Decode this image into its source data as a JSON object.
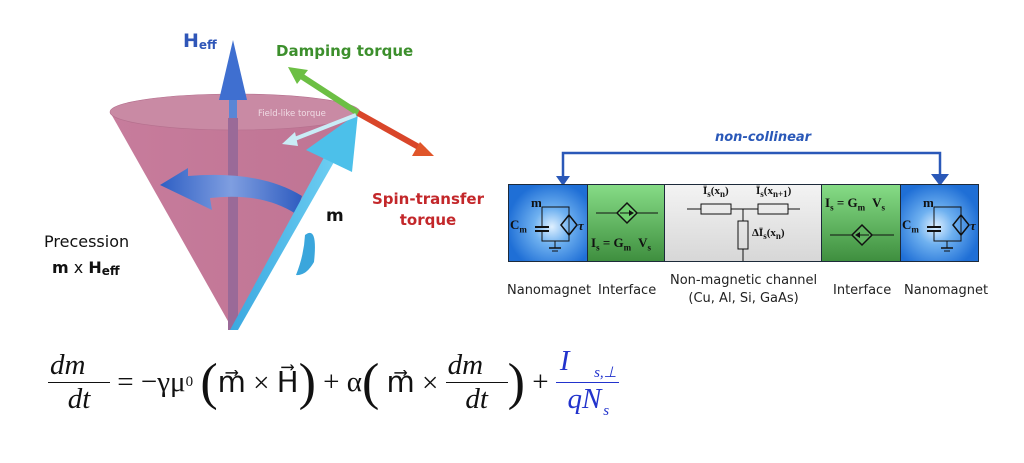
{
  "left_figure": {
    "heff_label": "H",
    "heff_sub": "eff",
    "damping_label": "Damping torque",
    "field_like_label": "Field-like torque",
    "spin_transfer_line1": "Spin-transfer",
    "spin_transfer_line2": "torque",
    "m_label": "m",
    "precession_line1": "Precession",
    "precession_m": "m",
    "precession_x": " x ",
    "precession_h": "H",
    "precession_sub": "eff",
    "colors": {
      "cone": "#c27a98",
      "heff_arrow": "#3f6fd0",
      "damping": "#6cbf44",
      "spin_transfer": "#d9462a",
      "m_arrow": "#3ab4e6",
      "field_like": "#c9ecf6"
    }
  },
  "equation": {
    "lhs_num": "dm⃗",
    "lhs_den": "dt",
    "eq": "=",
    "term1": "−γμ",
    "term1_sub": "0",
    "term1_inner": "m⃗ × H⃗",
    "plus1": "+",
    "alpha": "α",
    "term2_m": "m⃗ ×",
    "term2_num": "dm⃗",
    "term2_den": "dt",
    "plus2": "+",
    "term3_num": "I⃗",
    "term3_num_sub": "s,⊥",
    "term3_den": "qN",
    "term3_den_sub": "s"
  },
  "right_figure": {
    "non_collinear_label": "non-collinear",
    "blocks": [
      {
        "name": "nanomagnet-left",
        "cap_label": "C",
        "cap_sub": "m",
        "m_label": "m⃗",
        "tau_label": "τ⃗"
      },
      {
        "name": "interface-left",
        "eq": "I",
        "eq_sub": "s",
        "eq_mid": " = G",
        "eq_mid_sub": "m⃗",
        "eq_end": "V",
        "eq_end_sub": "s"
      },
      {
        "name": "channel",
        "r1": "Ī",
        "r1_sub": "s",
        "r1_arg": "(x",
        "r1_arg_sub": "n",
        "r1_close": ")",
        "r2": "Ī",
        "r2_sub": "s",
        "r2_arg": "(x",
        "r2_arg_sub": "n+1",
        "r2_close": ")",
        "r3": "ΔĪ",
        "r3_sub": "s",
        "r3_arg": "(x",
        "r3_arg_sub": "n",
        "r3_close": ")"
      },
      {
        "name": "interface-right",
        "eq": "I",
        "eq_sub": "s",
        "eq_mid": " = G",
        "eq_mid_sub": "m⃗",
        "eq_end": "V",
        "eq_end_sub": "s"
      },
      {
        "name": "nanomagnet-right",
        "cap_label": "C",
        "cap_sub": "m",
        "m_label": "m⃗",
        "tau_label": "τ⃗"
      }
    ],
    "labels": {
      "nanomagnet_left": "Nanomagnet",
      "interface_left": "Interface",
      "channel_line1": "Non-magnetic channel",
      "channel_line2": "(Cu, Al, Si, GaAs)",
      "interface_right": "Interface",
      "nanomagnet_right": "Nanomagnet"
    },
    "colors": {
      "nanomagnet": "#1f6fd6",
      "interface": "#5fb35f",
      "channel": "#e2e2e2",
      "connector": "#2a58b8"
    }
  }
}
